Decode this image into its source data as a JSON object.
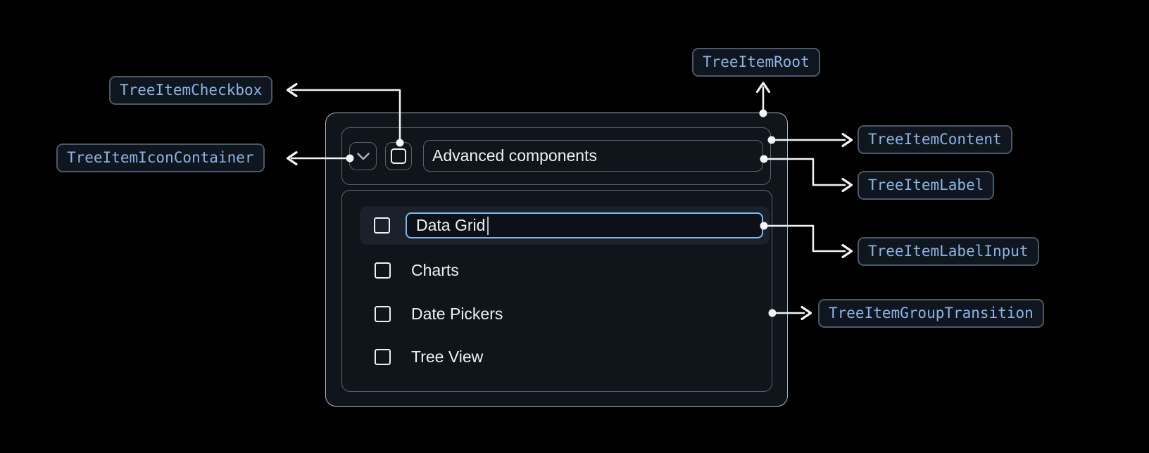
{
  "annotations": {
    "tree_item_root": "TreeItemRoot",
    "tree_item_checkbox": "TreeItemCheckbox",
    "tree_item_icon_container": "TreeItemIconContainer",
    "tree_item_content": "TreeItemContent",
    "tree_item_label": "TreeItemLabel",
    "tree_item_label_input": "TreeItemLabelInput",
    "tree_item_group_transition": "TreeItemGroupTransition"
  },
  "tree": {
    "parent": {
      "label": "Advanced components",
      "expanded": true,
      "checkbox_checked": false
    },
    "children": [
      {
        "label": "Data Grid",
        "editing": true,
        "checkbox_checked": false
      },
      {
        "label": "Charts",
        "checkbox_checked": false
      },
      {
        "label": "Date Pickers",
        "checkbox_checked": false
      },
      {
        "label": "Tree View",
        "checkbox_checked": false
      }
    ]
  },
  "icons": {
    "expand": "chevron-down",
    "checkbox": "square-outline"
  },
  "colors": {
    "canvas_bg": "#000000",
    "surface_bg": "#10151c",
    "root_border": "#aeb6bf",
    "inner_border": "#596269",
    "text_primary": "#eef1f4",
    "annotation_text": "#8cb4e4",
    "annotation_bg": "#0f161f",
    "annotation_border": "#4c5966",
    "connector": "#f2f6fa",
    "input_focus_border": "#7cb9f2",
    "input_bg": "#0d1117",
    "row_highlight_bg": "#1a212b",
    "caret": "#b7bfc7",
    "chevron_icon": "#a9b1ba"
  }
}
